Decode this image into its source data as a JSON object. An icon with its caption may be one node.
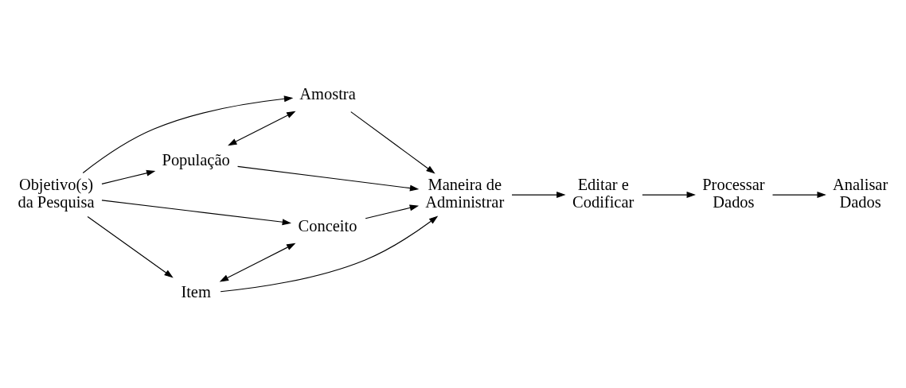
{
  "diagram": {
    "nodes": [
      {
        "text": [
          "Objetivo(s) da Pesquisa"
        ]
      },
      {
        "text": [
          "População"
        ]
      },
      {
        "text": [
          "Amostra"
        ]
      },
      {
        "text": [
          "Item"
        ]
      },
      {
        "text": [
          "Conceito"
        ]
      },
      {
        "text": [
          "Maneira de Administrar"
        ]
      },
      {
        "text": [
          "Editar e Codificar"
        ]
      },
      {
        "text": [
          "Processar Dados"
        ]
      },
      {
        "text": [
          "Analisar Dados"
        ]
      }
    ],
    "edges": [
      {
        "from": 0,
        "to": 1,
        "arrow": "to"
      },
      {
        "from": 0,
        "to": 2,
        "arrow": "to"
      },
      {
        "from": 0,
        "to": 3,
        "arrow": "to"
      },
      {
        "from": 0,
        "to": 4,
        "arrow": "to"
      },
      {
        "from": 1,
        "to": 2,
        "arrow": "both"
      },
      {
        "from": 3,
        "to": 4,
        "arrow": "both"
      },
      {
        "from": 1,
        "to": 5,
        "arrow": "to"
      },
      {
        "from": 2,
        "to": 5,
        "arrow": "to"
      },
      {
        "from": 3,
        "to": 5,
        "arrow": "to"
      },
      {
        "from": 4,
        "to": 5,
        "arrow": "to"
      },
      {
        "from": 5,
        "to": 6,
        "arrow": "to"
      },
      {
        "from": 6,
        "to": 7,
        "arrow": "to"
      },
      {
        "from": 7,
        "to": 8,
        "arrow": "to"
      }
    ]
  }
}
